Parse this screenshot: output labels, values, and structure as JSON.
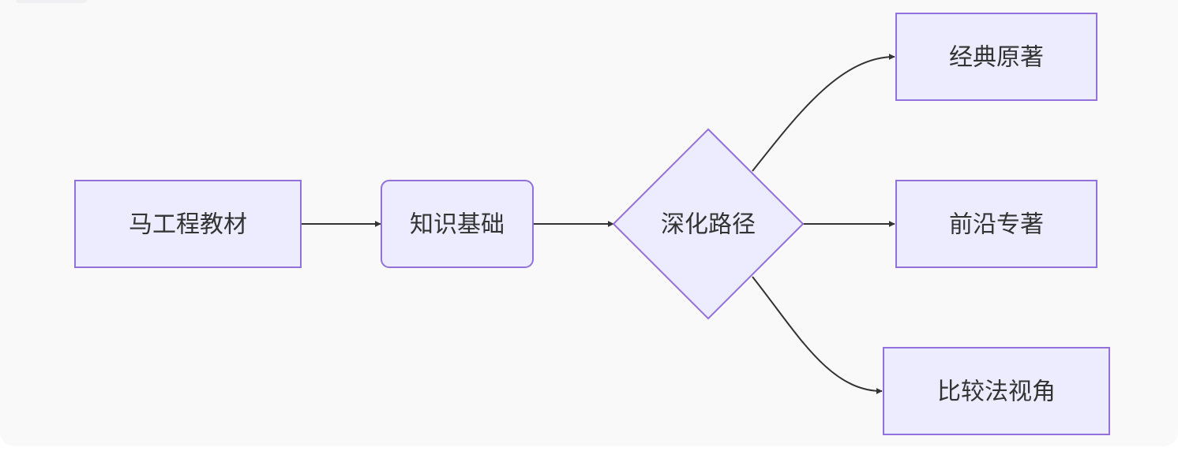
{
  "diagram": {
    "type": "flowchart",
    "direction": "left-to-right",
    "colors": {
      "node_fill": "#ececfe",
      "node_stroke": "#9370db",
      "edge": "#333333",
      "text": "#333333",
      "background": "#f9f9fa"
    },
    "nodes": {
      "textbook": "马工程教材",
      "foundation": "知识基础",
      "deepen": "深化路径",
      "classics": "经典原著",
      "frontier": "前沿专著",
      "comparative": "比较法视角"
    },
    "edges": [
      {
        "from": "马工程教材",
        "to": "知识基础"
      },
      {
        "from": "知识基础",
        "to": "深化路径"
      },
      {
        "from": "深化路径",
        "to": "经典原著"
      },
      {
        "from": "深化路径",
        "to": "前沿专著"
      },
      {
        "from": "深化路径",
        "to": "比较法视角"
      }
    ]
  }
}
